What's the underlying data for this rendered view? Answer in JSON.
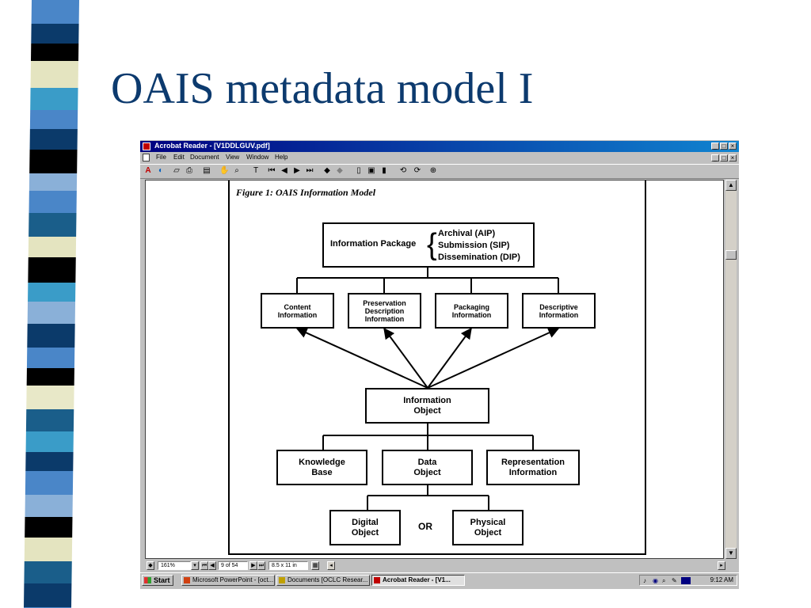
{
  "slide": {
    "title": "OAIS metadata model I"
  },
  "colors": {
    "title": "#0c3a6e",
    "titlebar": "#000080",
    "stripes": [
      "#4a86c8",
      "#0b3a6a",
      "#e4e4c0",
      "#000000",
      "#3a9cc8",
      "#8ab0d8",
      "#1a5e8a",
      "#e8e8c8"
    ]
  },
  "window": {
    "title": "Acrobat Reader - [V1DDLGUV.pdf]",
    "menus": [
      "File",
      "Edit",
      "Document",
      "View",
      "Window",
      "Help"
    ],
    "toolbar_icons": [
      "acrobat-icon",
      "color-icon",
      "open-icon",
      "print-icon",
      "show-hide-icon",
      "hand-tool-icon",
      "zoom-tool-icon",
      "text-select-icon",
      "first-page-icon",
      "previous-page-icon",
      "next-page-icon",
      "last-page-icon",
      "go-back-icon",
      "go-forward-icon",
      "actual-size-icon",
      "fit-page-icon",
      "fit-width-icon",
      "rotate-icon",
      "find-icon"
    ]
  },
  "figure": {
    "title": "Figure 1: OAIS Information Model",
    "info_package": "Information Package",
    "package_types": [
      "Archival (AIP)",
      "Submission (SIP)",
      "Dissemination (DIP)"
    ],
    "info_types": [
      "Content\nInformation",
      "Preservation\nDescription\nInformation",
      "Packaging\nInformation",
      "Descriptive\nInformation"
    ],
    "info_object": "Information\nObject",
    "components": [
      "Knowledge\nBase",
      "Data\nObject",
      "Representation\nInformation"
    ],
    "digital_object": "Digital\nObject",
    "or_label": "OR",
    "physical_object": "Physical\nObject"
  },
  "status": {
    "zoom": "161%",
    "page": "9 of 54",
    "size": "8.5 x 11 in"
  },
  "taskbar": {
    "start": "Start",
    "tasks": [
      "Microsoft PowerPoint - [oct...",
      "Documents [OCLC Resear...",
      "Acrobat Reader - [V1..."
    ],
    "clock": "9:12 AM"
  }
}
